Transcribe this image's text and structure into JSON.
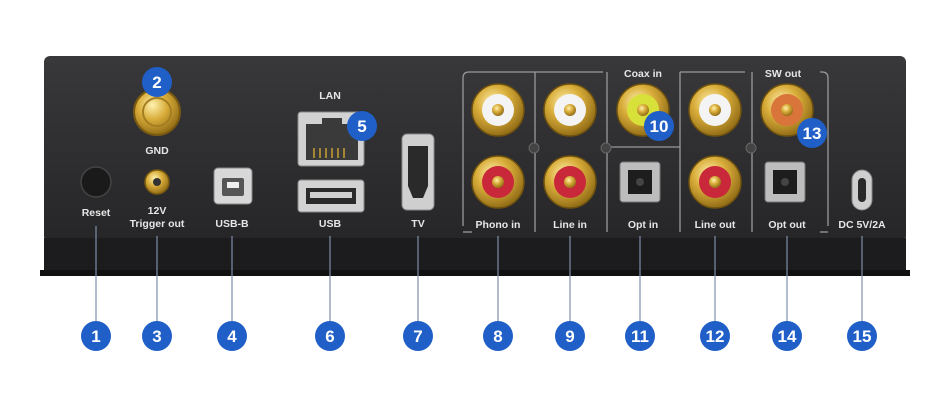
{
  "device": {
    "labels": {
      "reset": "Reset",
      "gnd": "GND",
      "trigger_line1": "12V",
      "trigger_line2": "Trigger out",
      "usb_b": "USB-B",
      "lan": "LAN",
      "usb": "USB",
      "tv": "TV",
      "phono_in": "Phono in",
      "line_in": "Line in",
      "coax_in": "Coax in",
      "opt_in": "Opt in",
      "line_out": "Line out",
      "sw_out": "SW out",
      "opt_out": "Opt out",
      "dc": "DC 5V/2A"
    },
    "callouts": {
      "c1": "1",
      "c2": "2",
      "c3": "3",
      "c4": "4",
      "c5": "5",
      "c6": "6",
      "c7": "7",
      "c8": "8",
      "c9": "9",
      "c10": "10",
      "c11": "11",
      "c12": "12",
      "c13": "13",
      "c14": "14",
      "c15": "15"
    },
    "colors": {
      "callout": "#1f5fc7",
      "panel": "#2b2b2d",
      "gold": "#c9a032"
    }
  }
}
